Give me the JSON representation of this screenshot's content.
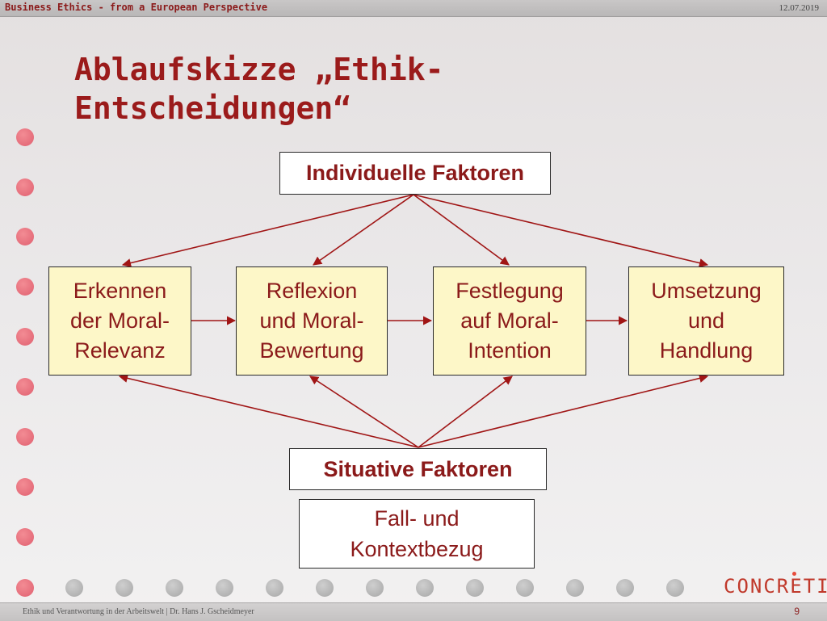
{
  "header": {
    "course": "Business Ethics - from a European Perspective",
    "date": "12.07.2019"
  },
  "title": {
    "line1": "Ablaufskizze „Ethik-",
    "line2": "Entscheidungen“"
  },
  "diagram": {
    "top_factor": "Individuelle Faktoren",
    "stages": [
      {
        "label": "Erkennen\nder Moral-\nRelevanz"
      },
      {
        "label": "Reflexion\nund Moral-\nBewertung"
      },
      {
        "label": "Festlegung\nauf Moral-\nIntention"
      },
      {
        "label": "Umsetzung\nund\nHandlung"
      }
    ],
    "bottom_factor": "Situative Faktoren",
    "context": "Fall- und\nKontextbezug"
  },
  "branding": {
    "logo": "CONCRETIO"
  },
  "footer": {
    "text": "Ethik und Verantwortung in der Arbeitswelt | Dr. Hans J. Gscheidmeyer",
    "page": "9"
  },
  "colors": {
    "accent": "#8b1a1a",
    "stage_fill": "#fdf7c8",
    "arrow": "#a01515",
    "dot_red": "#e8707e",
    "dot_grey": "#b4b4b4"
  }
}
